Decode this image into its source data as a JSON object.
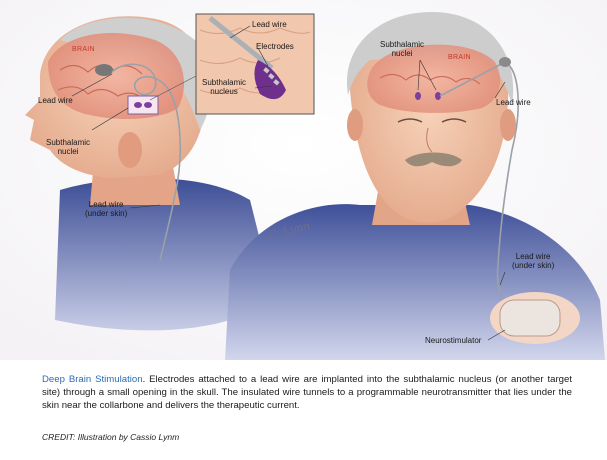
{
  "labels": {
    "brain_left": "BRAIN",
    "lead_wire_left": "Lead wire",
    "subthalamic_nuclei_left": "Subthalamic\nnuclei",
    "lead_wire_under_skin_left": "Lead  wire\n(under skin)",
    "inset_lead_wire": "Lead wire",
    "inset_electrodes": "Electrodes",
    "inset_subthalamic_nucleus": "Subthalamic\nnucleus",
    "subthalamic_nuclei_right": "Subthalamic\nnuclei",
    "brain_right": "BRAIN",
    "lead_wire_right": "Lead wire",
    "lead_wire_under_skin_right": "Lead  wire\n(under skin)",
    "neurostimulator": "Neurostimulator"
  },
  "signature": "C. Lynn",
  "caption": {
    "title": "Deep Brain Stimulation",
    "body": ". Electrodes attached to a lead wire are implanted into the subthalamic nucleus (or another target site) through a small opening in the skull. The insulated wire tunnels to a programmable neurotransmitter that lies under the skin near the collarbone and delivers the therapeutic current."
  },
  "credit": "CREDIT: Illustration by Cassio Lynm",
  "colors": {
    "caption_title": "#2d6cb5",
    "brain_label": "#c0392b",
    "shirt": "#3b4a8f",
    "skin": "#f0c4a8",
    "hair": "#c9c9c9",
    "brain": "#e79a86"
  }
}
